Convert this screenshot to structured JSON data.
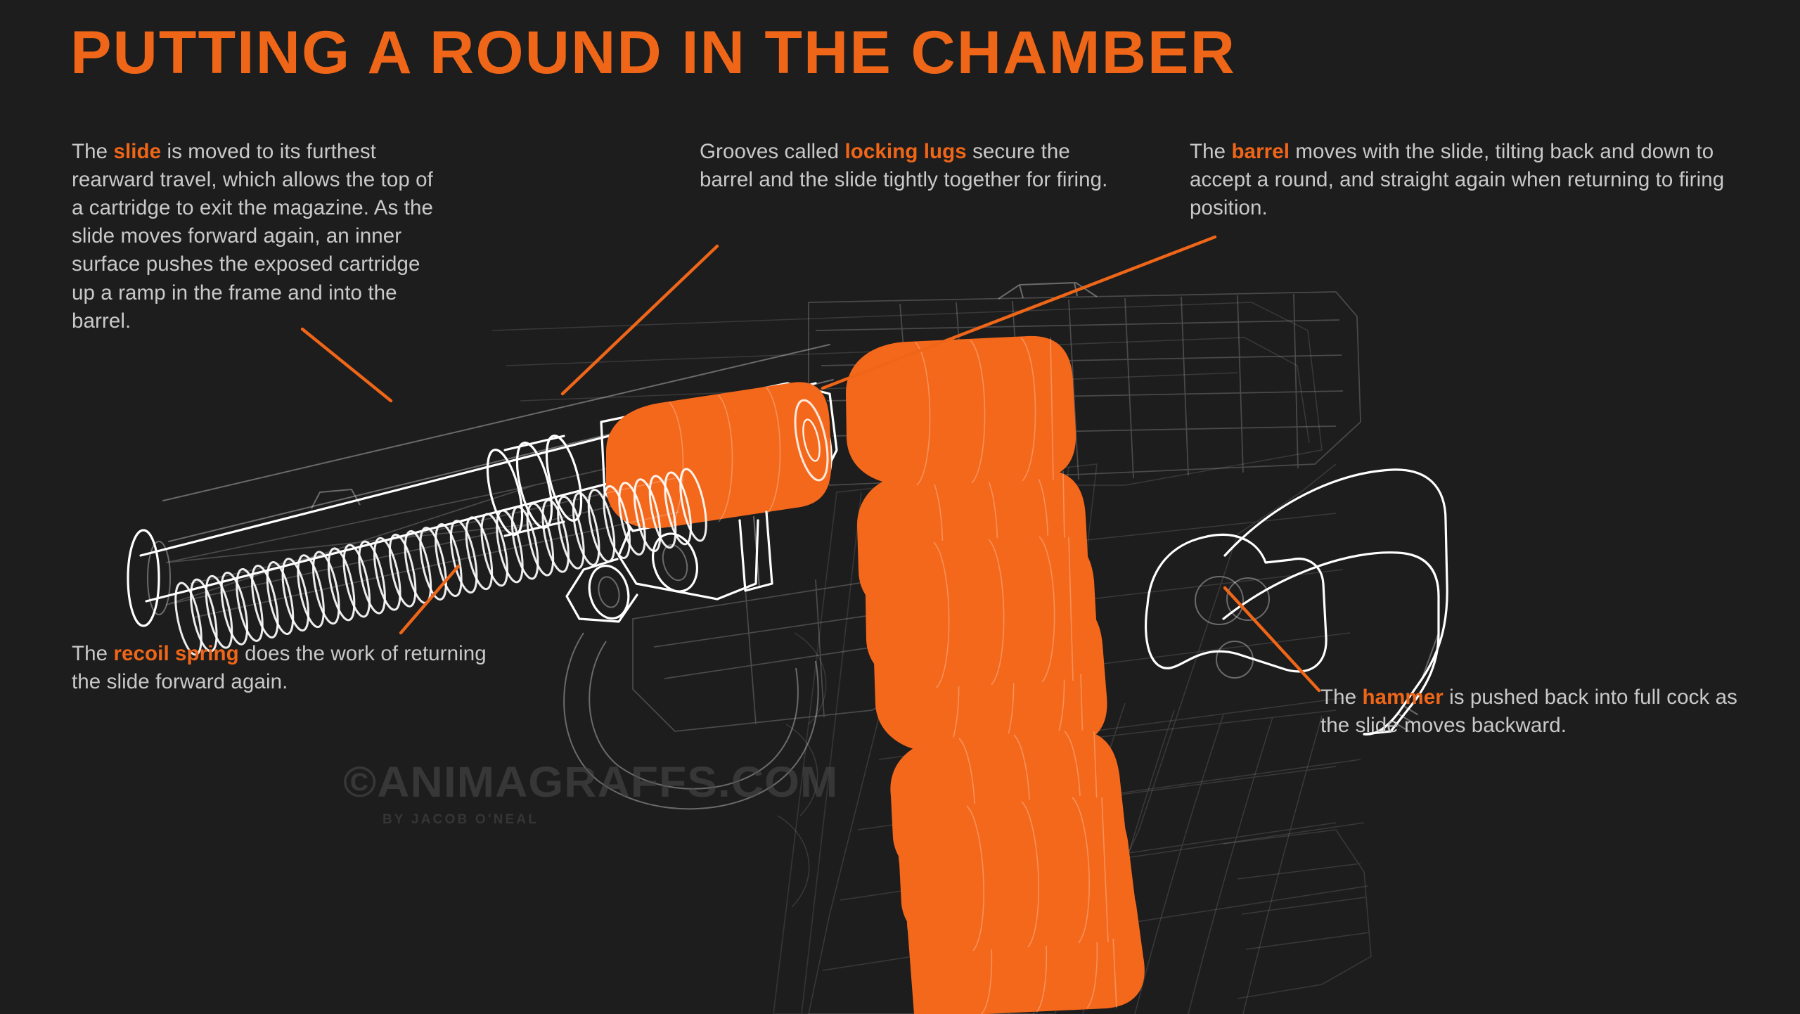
{
  "page": {
    "title": "PUTTING A ROUND IN THE CHAMBER",
    "background_color": "#1d1d1d",
    "accent_color": "#ef6618",
    "text_color": "#c9c9c9",
    "wireframe_color": "#ffffff"
  },
  "callouts": {
    "slide": {
      "lead": "The ",
      "highlight": "slide",
      "rest": " is moved to its furthest rearward travel, which allows the top of a cartridge to exit the magazine. As the slide moves forward again, an inner surface pushes the exposed cartridge up a ramp in the frame and into the barrel."
    },
    "lugs": {
      "lead": "Grooves called ",
      "highlight": "locking lugs",
      "rest": " secure the barrel and the slide tightly together for firing."
    },
    "barrel": {
      "lead": "The ",
      "highlight": "barrel",
      "rest": " moves with the slide, tilting back and down to accept a round, and straight again when returning to firing position."
    },
    "spring": {
      "lead": "The ",
      "highlight": "recoil spring",
      "rest": " does the work of returning the slide forward again."
    },
    "hammer": {
      "lead": "The ",
      "highlight": "hammer",
      "rest": " is pushed back into full cock as the slide moves backward."
    }
  },
  "watermark": {
    "main": "©ANIMAGRAFFS.COM",
    "sub": "BY JACOB O'NEAL"
  },
  "illustration": {
    "subject": "semi-automatic-pistol-cutaway",
    "style": "wireframe-line-art",
    "highlighted_parts": [
      "chambered-cartridge",
      "magazine-cartridges"
    ],
    "cartridge_count": 7
  }
}
